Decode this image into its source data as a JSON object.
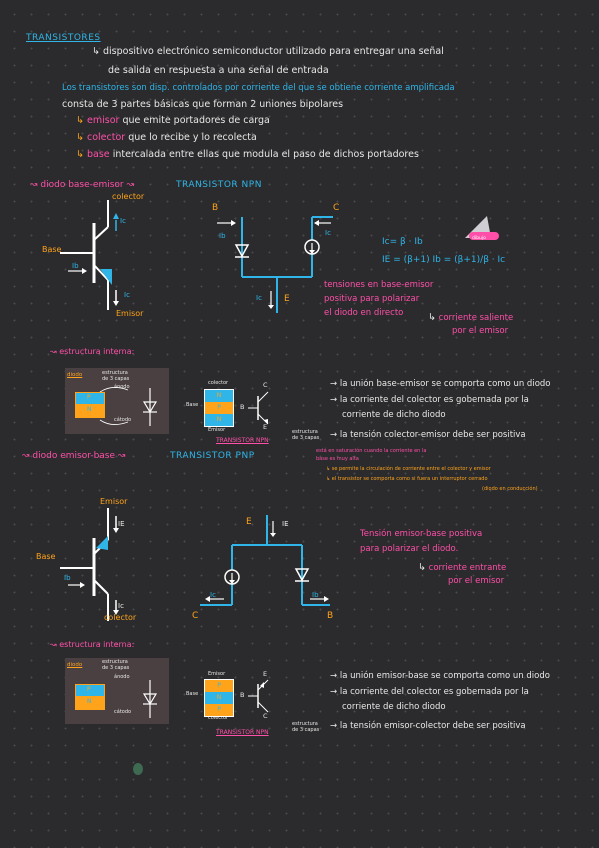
{
  "title": "TRANSISTORES",
  "intro": {
    "line1": "dispositivo electrónico semiconductor utilizado para entregar una señal",
    "line2": "de salida en respuesta a una señal de entrada",
    "line3": "Los transistores son disp. controlados por corriente del que se obtiene corriente amplificada",
    "line4": "consta de 3 partes básicas que forman 2 uniones bipolares",
    "parts": [
      {
        "name": "emisor",
        "desc": "que emite portadores de carga"
      },
      {
        "name": "colector",
        "desc": "que lo recibe y lo recolecta"
      },
      {
        "name": "base",
        "desc": "intercalada entre ellas que modula el paso de dichos portadores"
      }
    ]
  },
  "npn": {
    "heading": "diodo base-emisor",
    "type_label": "TRANSISTOR NPN",
    "sym_colector": "colector",
    "sym_emisor": "Emisor",
    "sym_base": "Base",
    "lbl_ic": "Ic",
    "lbl_ib": "Ib",
    "lbl_b": "B",
    "lbl_c": "C",
    "lbl_e": "E",
    "eq1": "Ic= β · Ib",
    "eq2": "IE = (β+1) Ib = (β+1)/β · Ic",
    "tag": "dibujo",
    "note1": "tensiones en base-emisor",
    "note2": "positiva para polarizar",
    "note3": "el diodo en directo",
    "note4": "corriente saliente",
    "note5": "por el emisor",
    "internal": "estructura interna:",
    "diodo": "diodo",
    "estructura": "estructura",
    "tres_capas": "de 3 capas",
    "anodo": "ánodo",
    "catodo": "cátodo",
    "box_colector": "colector",
    "box_emisor": "Emisor",
    "box_base": "Base",
    "letter_p": "P",
    "letter_n": "N",
    "small_c": "C",
    "small_b": "B",
    "small_e": "E",
    "box_type": "TRANSISTOR NPN",
    "bullets": [
      "la unión base-emisor se comporta como un diodo",
      "la corriente del colector es gobernada por la",
      "corriente de dicho diodo",
      "la tensión colector-emisor debe ser positiva"
    ],
    "sat1": "está en saturación cuando la corriente en la",
    "sat2": "base es muy alta",
    "sat3": "se permite la circulación de corriente entre el colector y emisor",
    "sat4": "el transistor se comporta como si fuera un interruptor cerrado",
    "sat5": "(diodo en conducción)"
  },
  "pnp": {
    "heading": "diodo emisor-base",
    "type_label": "TRANSISTOR PNP",
    "sym_emisor": "Emisor",
    "sym_colector": "colector",
    "sym_base": "Base",
    "lbl_ie": "IE",
    "lbl_ic": "Ic",
    "lbl_ib": "Ib",
    "lbl_e": "E",
    "lbl_c": "C",
    "lbl_b": "B",
    "note1": "Tensión emisor-base positiva",
    "note2": "para polarizar el diodo.",
    "note3": "corriente entrante",
    "note4": "por el emisor",
    "internal": "estructura interna:",
    "diodo": "diodo",
    "estructura": "estructura",
    "tres_capas": "de 3 capas",
    "anodo": "ánodo",
    "catodo": "cátodo",
    "box_emisor": "Emisor",
    "box_colector": "colector",
    "box_base": "Base",
    "letter_p": "P",
    "letter_n": "N",
    "small_e": "E",
    "small_b": "B",
    "small_c": "C",
    "box_type": "TRANSISTOR NPN",
    "bullets": [
      "la unión emisor-base se comporta como un diodo",
      "la corriente del colector es gobernada por la",
      "corriente de dicho diodo",
      "la tensión emisor-colector debe ser positiva"
    ]
  },
  "colors": {
    "blue": "#2fb5e8",
    "pink": "#ff4fa8",
    "orange": "#ffa31a",
    "background": "#2b2b2d"
  }
}
